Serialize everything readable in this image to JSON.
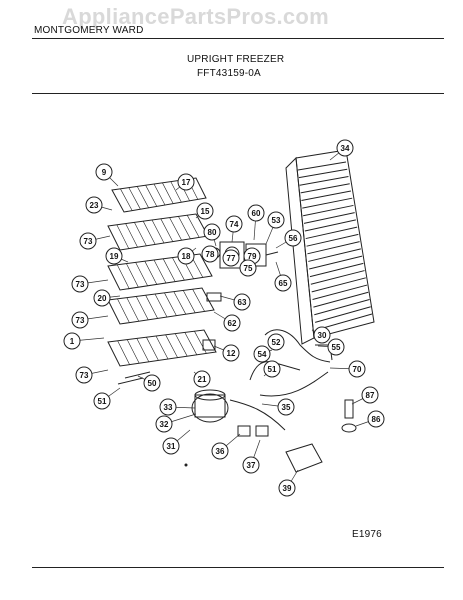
{
  "header": {
    "brand": "MONTGOMERY WARD",
    "watermark": "AppliancePartsPros.com",
    "title": "UPRIGHT FREEZER",
    "model": "FFT43159-0A"
  },
  "footer": {
    "code": "E1976"
  },
  "callouts": [
    "9",
    "17",
    "23",
    "15",
    "74",
    "60",
    "53",
    "80",
    "73",
    "18",
    "56",
    "34",
    "19",
    "78",
    "77",
    "79",
    "75",
    "65",
    "73",
    "63",
    "20",
    "73",
    "62",
    "30",
    "1",
    "52",
    "55",
    "12",
    "54",
    "73",
    "51",
    "70",
    "50",
    "21",
    "51",
    "87",
    "33",
    "35",
    "32",
    "86",
    "31",
    "36",
    "37",
    "39"
  ]
}
